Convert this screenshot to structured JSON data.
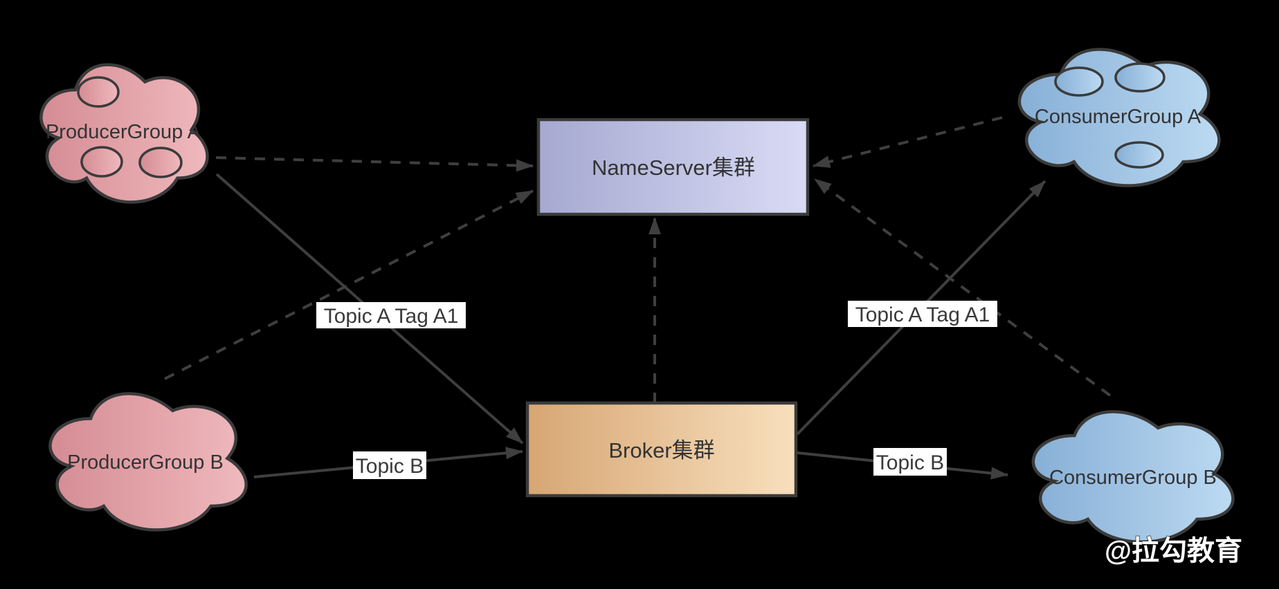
{
  "diagram_type": "rocketmq-architecture",
  "colors": {
    "background": "#000000",
    "line": "#3f3f3f",
    "text": "#333333",
    "edge_label_background": "#ffffff",
    "watermark_text": "#ffffff",
    "producer_cloud_gradient": [
      "#d58c94",
      "#efb9bd"
    ],
    "consumer_cloud_gradient": [
      "#87afd6",
      "#bcdaf2"
    ],
    "nameserver_box_gradient": [
      "#a6a9d1",
      "#d9dbf5"
    ],
    "broker_box_gradient": [
      "#d7a674",
      "#f8e0bd"
    ]
  },
  "nodes": {
    "producer_group_a": {
      "label": "ProducerGroup A",
      "shape": "cloud",
      "instances": 3
    },
    "producer_group_b": {
      "label": "ProducerGroup B",
      "shape": "cloud",
      "instances": 0
    },
    "consumer_group_a": {
      "label": "ConsumerGroup A",
      "shape": "cloud",
      "instances": 3
    },
    "consumer_group_b": {
      "label": "ConsumerGroup B",
      "shape": "cloud",
      "instances": 0
    },
    "nameserver_cluster": {
      "label": "NameServer集群",
      "shape": "rect"
    },
    "broker_cluster": {
      "label": "Broker集群",
      "shape": "rect"
    }
  },
  "edges": [
    {
      "from": "producer_group_a",
      "to": "nameserver_cluster",
      "style": "dashed",
      "label": ""
    },
    {
      "from": "producer_group_a",
      "to": "broker_cluster",
      "style": "solid",
      "label": "Topic A Tag A1"
    },
    {
      "from": "producer_group_b",
      "to": "nameserver_cluster",
      "style": "dashed",
      "label": ""
    },
    {
      "from": "producer_group_b",
      "to": "broker_cluster",
      "style": "solid",
      "label": "Topic B"
    },
    {
      "from": "broker_cluster",
      "to": "nameserver_cluster",
      "style": "dashed",
      "label": ""
    },
    {
      "from": "consumer_group_a",
      "to": "nameserver_cluster",
      "style": "dashed",
      "label": ""
    },
    {
      "from": "consumer_group_b",
      "to": "nameserver_cluster",
      "style": "dashed",
      "label": ""
    },
    {
      "from": "broker_cluster",
      "to": "consumer_group_a",
      "style": "solid",
      "label": "Topic A Tag A1"
    },
    {
      "from": "broker_cluster",
      "to": "consumer_group_b",
      "style": "solid",
      "label": "Topic B"
    }
  ],
  "watermark": "@拉勾教育"
}
